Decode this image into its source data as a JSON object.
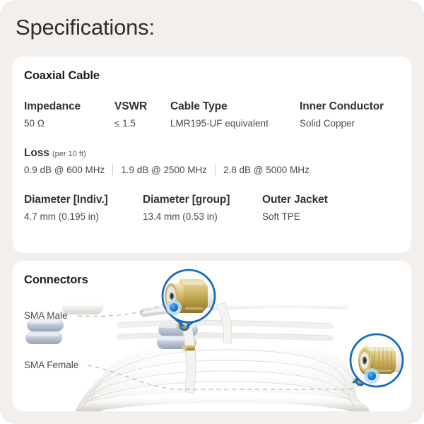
{
  "page": {
    "title": "Specifications:",
    "background_color": "#f3efec",
    "card_color": "#ffffff",
    "accent_color": "#1769c0"
  },
  "specs_card": {
    "heading": "Coaxial Cable",
    "row1": [
      {
        "label": "Impedance",
        "value": "50 Ω"
      },
      {
        "label": "VSWR",
        "value": "≤ 1.5"
      },
      {
        "label": "Cable Type",
        "value": "LMR195-UF equivalent"
      },
      {
        "label": "Inner Conductor",
        "value": "Solid Copper"
      }
    ],
    "loss": {
      "label": "Loss",
      "qualifier": "(per 10 ft)",
      "values": [
        "0.9 dB @ 600 MHz",
        "1.9 dB @ 2500 MHz",
        "2.8 dB @ 5000 MHz"
      ]
    },
    "row3": [
      {
        "label": "Diameter [Indiv.]",
        "value": "4.7 mm (0.195 in)"
      },
      {
        "label": "Diameter [group]",
        "value": "13.4 mm (0.53 in)"
      },
      {
        "label": "Outer Jacket",
        "value": "Soft TPE"
      }
    ]
  },
  "connectors_card": {
    "heading": "Connectors",
    "callouts": [
      {
        "label": "SMA Male",
        "icon": "magnifier-callout-circle"
      },
      {
        "label": "SMA Female",
        "icon": "magnifier-callout-circle"
      }
    ],
    "image": {
      "subject": "coiled-white-coaxial-cable",
      "jacket_color": "#f4f3f1",
      "connector_color": "#c9a94e",
      "strain_relief_color": "#b9c3d2"
    }
  }
}
